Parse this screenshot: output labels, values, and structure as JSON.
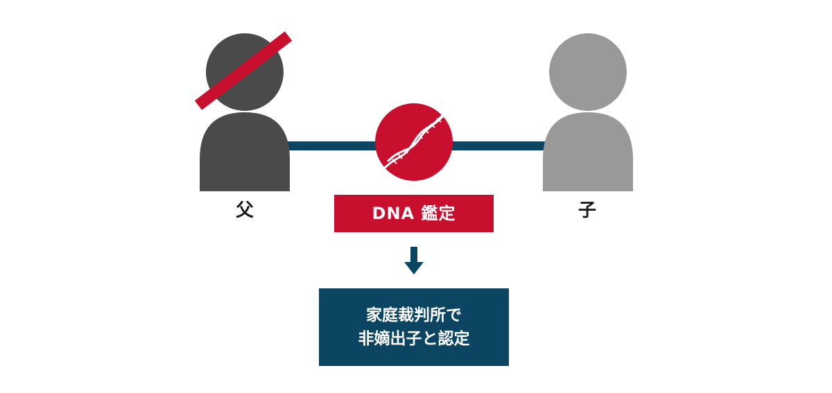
{
  "colors": {
    "father": "#4a4a4a",
    "child": "#999999",
    "accent_red": "#c8102e",
    "navy": "#0b4561"
  },
  "icons": {
    "dna": "dna-helix-icon",
    "arrow": "arrow-down-icon",
    "strike": "strike-through-slash"
  },
  "labels": {
    "father": "父",
    "child": "子",
    "dna_test": "DNA 鑑定"
  },
  "result": {
    "line1": "家庭裁判所で",
    "line2": "非嫡出子と認定"
  }
}
